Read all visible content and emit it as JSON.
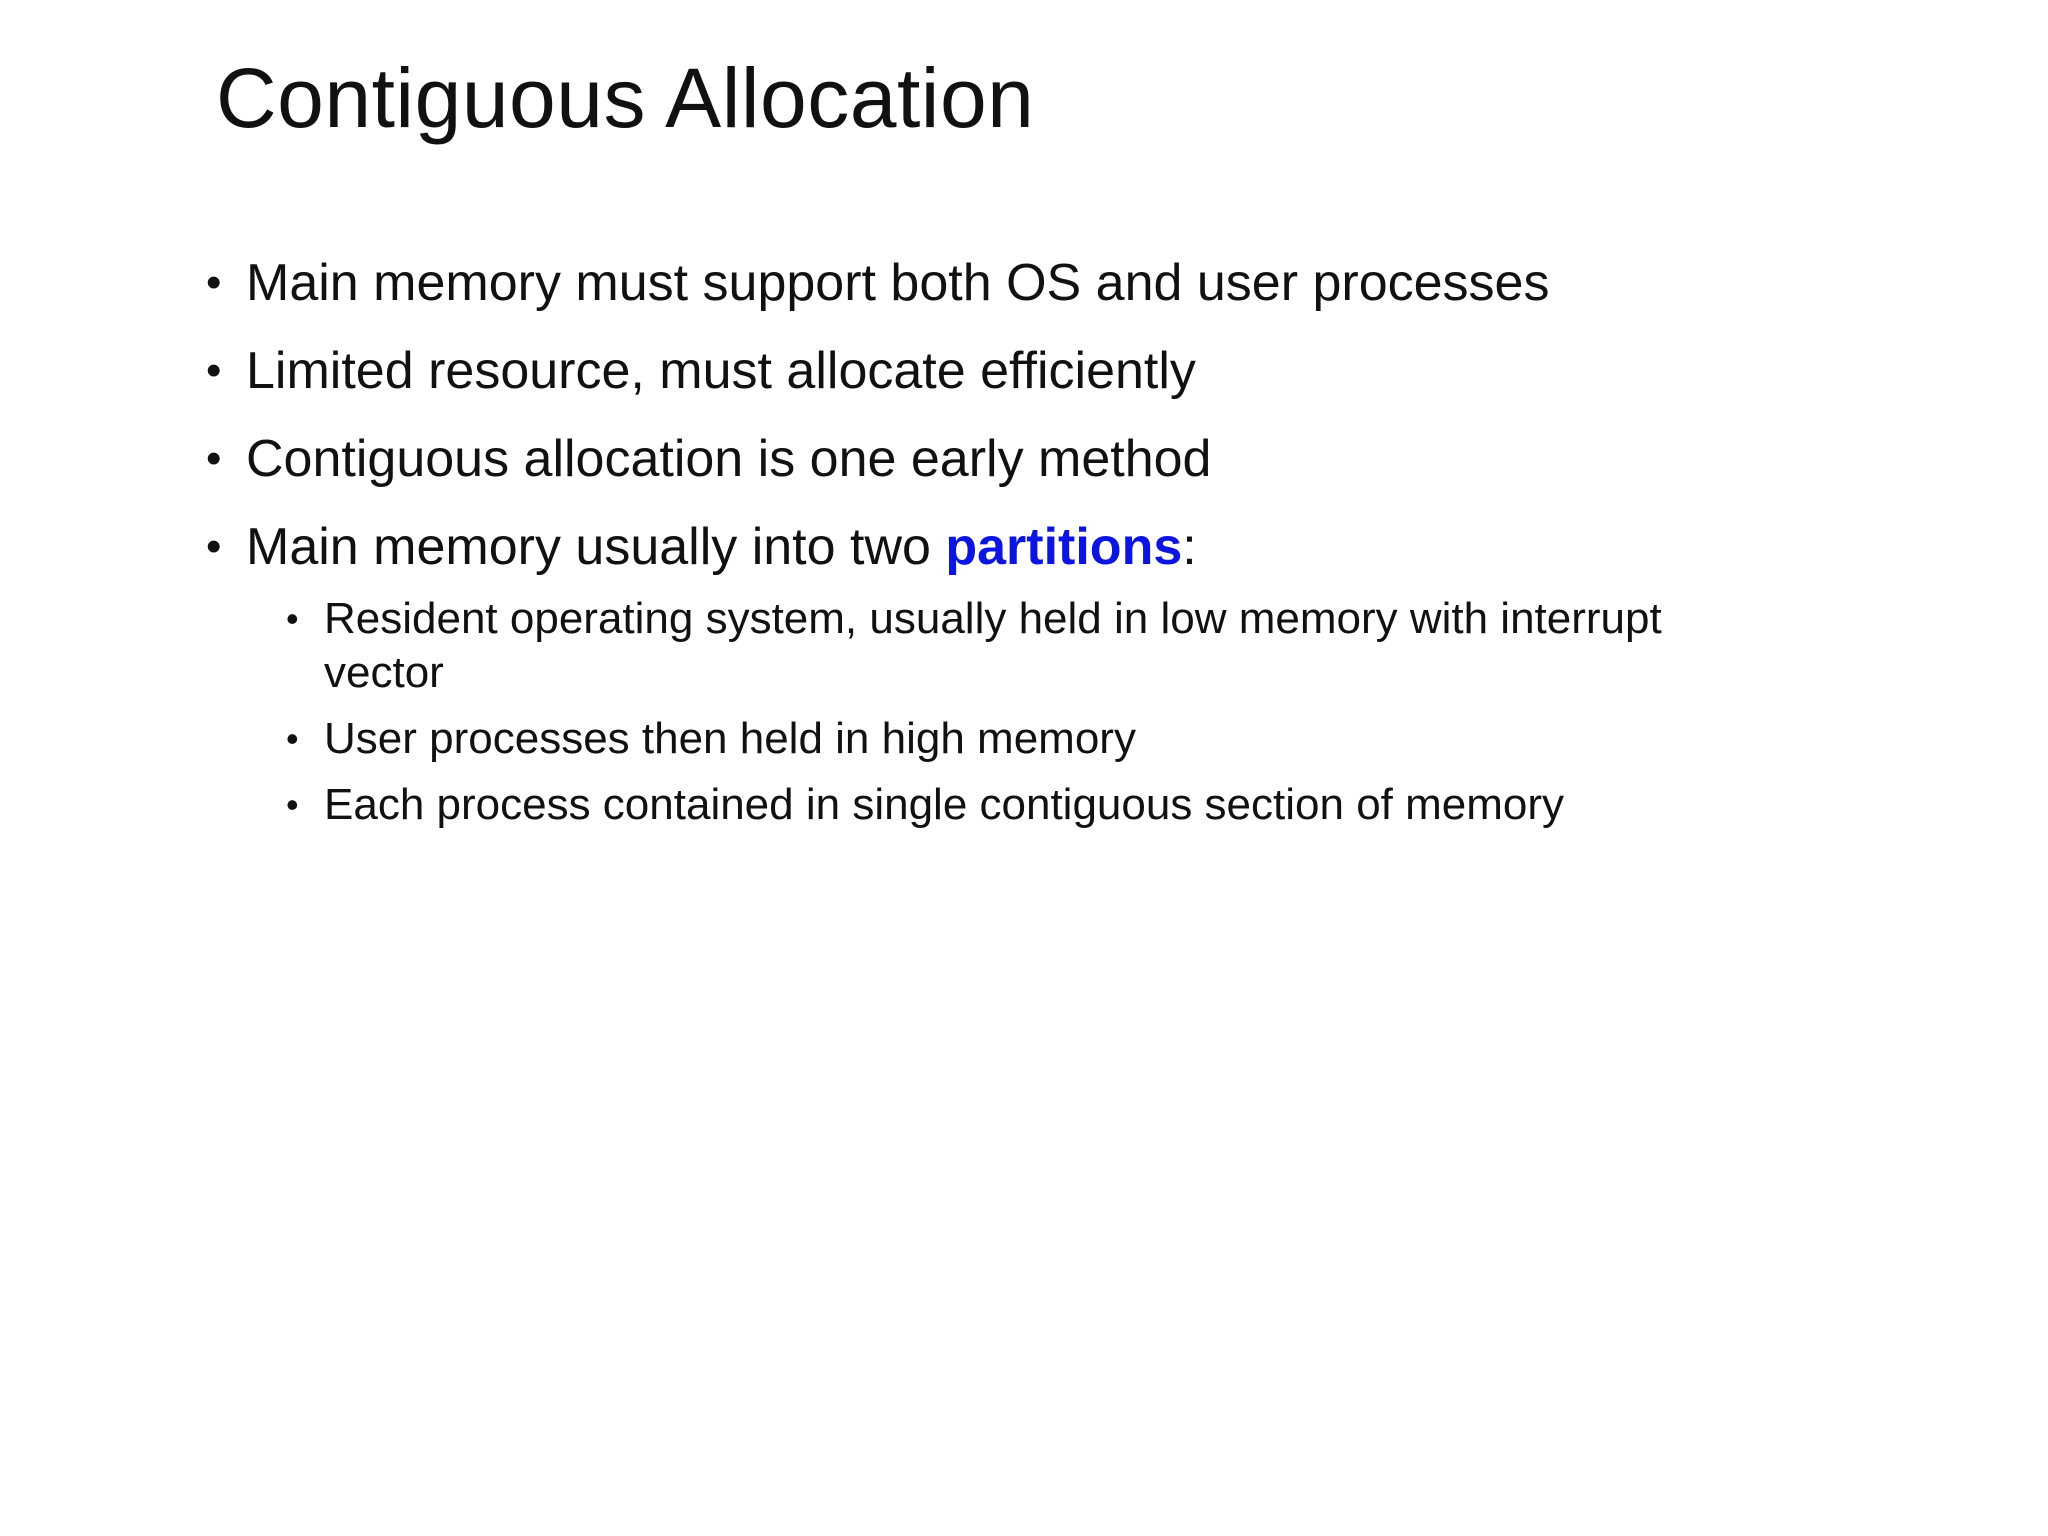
{
  "slide": {
    "title": "Contiguous Allocation",
    "bullet_symbol": "•",
    "bullets": [
      {
        "text": "Main memory must support both OS and user processes"
      },
      {
        "text": "Limited resource, must allocate efficiently"
      },
      {
        "text": "Contiguous allocation is one early method"
      },
      {
        "text_before": "Main memory usually into two ",
        "emphasis": "partitions",
        "text_after": ":",
        "sub_bullets": [
          {
            "text": "Resident operating system, usually held in low memory with interrupt vector"
          },
          {
            "text": "User processes then held in high memory"
          },
          {
            "text": "Each process contained in single contiguous section of memory"
          }
        ]
      }
    ]
  },
  "colors": {
    "text": "#111111",
    "emphasis": "#0b14e0",
    "background": "#ffffff"
  }
}
